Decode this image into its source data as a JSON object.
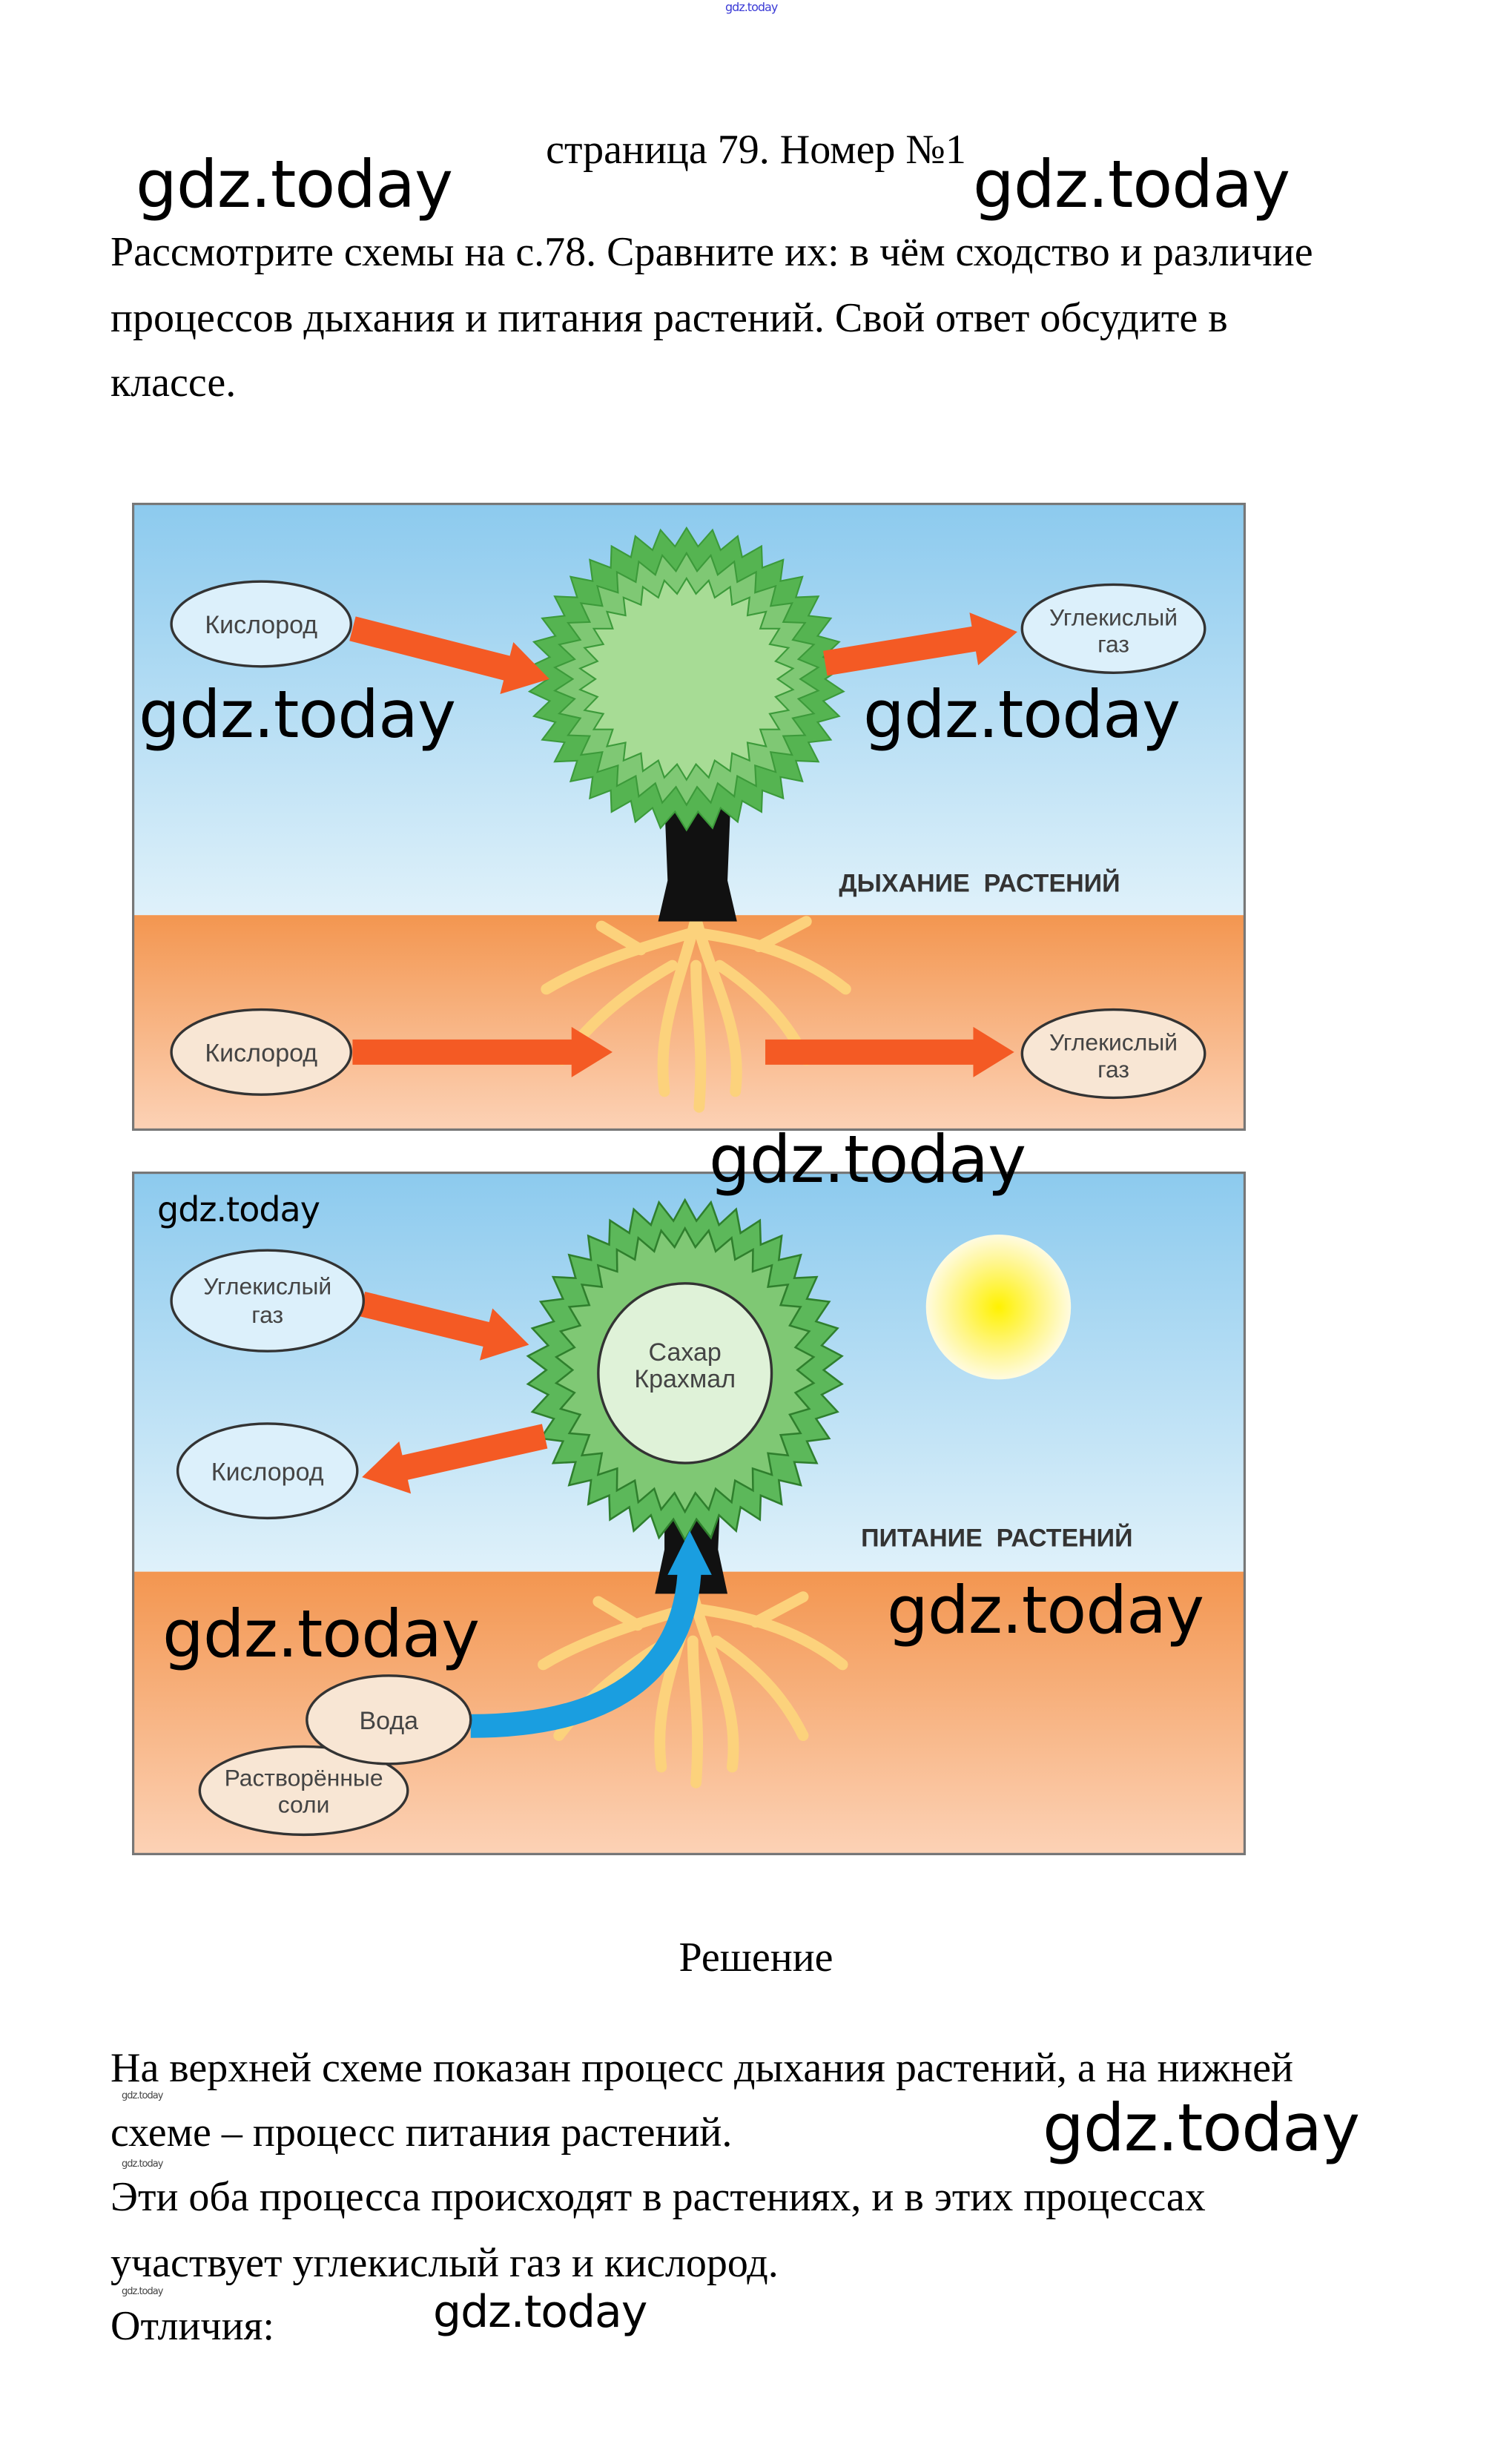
{
  "watermark": "gdz.today",
  "header": {
    "title": "страница 79. Номер №1"
  },
  "task": {
    "lines": [
      "Рассмотрите схемы на с.78. Сравните их: в чём сходство и различие",
      "процессов дыхания и питания растений. Свой ответ обсудите в",
      "классе."
    ]
  },
  "diagram_respiration": {
    "title": "ДЫХАНИЕ  РАСТЕНИЙ",
    "top_left": "Кислород",
    "top_right": [
      "Углекислый",
      "газ"
    ],
    "bottom_left": "Кислород",
    "bottom_right": [
      "Углекислый",
      "газ"
    ]
  },
  "diagram_nutrition": {
    "title": "ПИТАНИЕ  РАСТЕНИЙ",
    "co2": [
      "Углекислый",
      "газ"
    ],
    "oxygen": "Кислород",
    "crown": [
      "Сахар",
      "Крахмал"
    ],
    "water": "Вода",
    "salts": [
      "Растворённые",
      "соли"
    ]
  },
  "solution": {
    "heading": "Решение",
    "lines": [
      "На верхней схеме показан процесс дыхания растений, а на нижней",
      "схеме – процесс питания растений.",
      "Эти оба процесса происходят в растениях, и в этих процессах",
      "участвует углекислый газ и кислород.",
      "Отличия:"
    ]
  },
  "colors": {
    "sky_top": "#8ccaee",
    "sky_bottom": "#d9eef9",
    "soil_top": "#f39650",
    "soil_bottom": "#fcd2b6",
    "arrow": "#f45a24",
    "crown_outer": "#5cb85a",
    "crown_inner": "#a7dc95",
    "roots": "#fcd27c",
    "water_arrow": "#1a9ee0",
    "sun": "#fff200"
  }
}
